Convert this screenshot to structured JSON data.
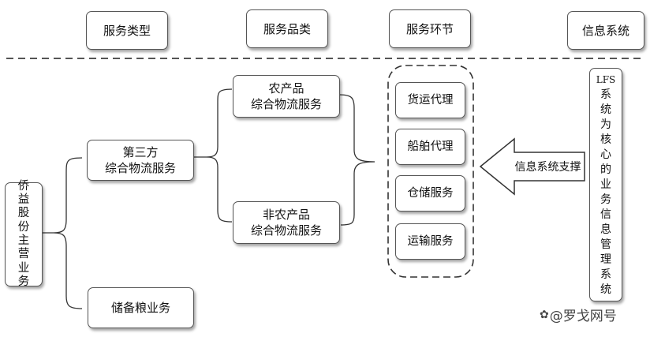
{
  "header": {
    "service_type": "服务类型",
    "service_category": "服务品类",
    "service_link": "服务环节",
    "info_system": "信息系统"
  },
  "root": {
    "chars": [
      "侨",
      "益",
      "股",
      "份",
      "主",
      "营",
      "业",
      "务"
    ]
  },
  "third_party": {
    "line1": "第三方",
    "line2": "综合物流服务"
  },
  "grain": {
    "label": "储备粮业务"
  },
  "agri": {
    "line1": "农产品",
    "line2": "综合物流服务"
  },
  "non_agri": {
    "line1": "非农产品",
    "line2": "综合物流服务"
  },
  "links": [
    "货运代理",
    "船舶代理",
    "仓储服务",
    "运输服务"
  ],
  "arrow": {
    "label": "信息系统支撑"
  },
  "lfs": {
    "chars": [
      "LFS",
      "系",
      "统",
      "为",
      "核",
      "心",
      "的",
      "业",
      "务",
      "信",
      "息",
      "管",
      "理",
      "系",
      "统"
    ]
  },
  "watermark": {
    "icon": "✿",
    "text": "@罗戈网号"
  }
}
